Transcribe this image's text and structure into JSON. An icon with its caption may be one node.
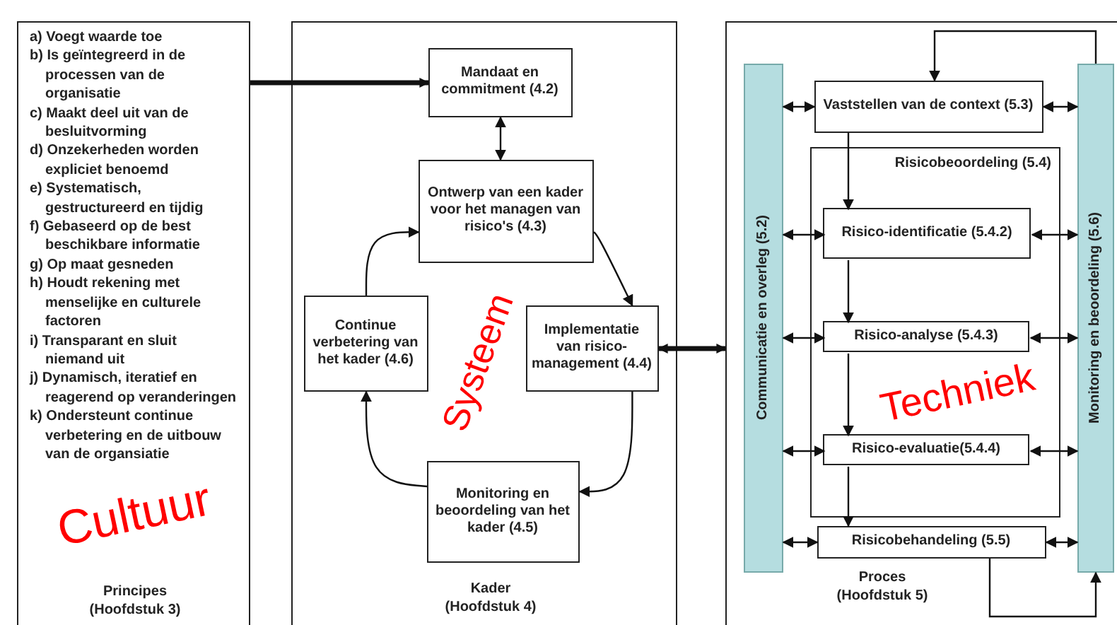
{
  "diagram": {
    "nodes": [
      {
        "text": [
          "a) Voegt waarde toe",
          "b) Is geïntegreerd in de processen van de organisatie",
          "c) Maakt deel uit van de besluitvorming",
          "d) Onzekerheden worden expliciet benoemd",
          "e) Systematisch, gestructureerd en tijdig",
          "f) Gebaseerd op de best beschikbare informatie",
          "g) Op maat gesneden",
          "h) Houdt rekening met menselijke en culturele factoren",
          "i) Transparant en sluit niemand uit",
          "j) Dynamisch, iteratief en reagerend op veranderingen",
          "k) Ondersteunt continue verbetering en de uitbouw van de organsiatie",
          "Principes (Hoofdstuk 3)"
        ]
      },
      {
        "text": [
          "Kader (Hoofdstuk 4)"
        ]
      },
      {
        "text": [
          "Mandaat en commitment (4.2)"
        ],
        "in": 1
      },
      {
        "text": [
          "Ontwerp van een kader voor het managen van risico's (4.3)"
        ],
        "in": 1
      },
      {
        "text": [
          "Implementatie van risico-management (4.4)"
        ],
        "in": 1
      },
      {
        "text": [
          "Monitoring en beoordeling van het kader (4.5)"
        ],
        "in": 1
      },
      {
        "text": [
          "Continue verbetering van het kader (4.6)"
        ],
        "in": 1
      },
      {
        "text": [
          "Proces (Hoofdstuk 5)"
        ]
      },
      {
        "text": [
          "Communicatie en overleg (5.2)"
        ],
        "in": 7
      },
      {
        "text": [
          "Monitoring en beoordeling (5.6)"
        ],
        "in": 7
      },
      {
        "text": [
          "Vaststellen van de context (5.3)"
        ],
        "in": 7
      },
      {
        "text": [
          "Risicobeoordeling (5.4)"
        ],
        "in": 7
      },
      {
        "text": [
          "Risico-identificatie (5.4.2)"
        ],
        "in": 11
      },
      {
        "text": [
          "Risico-analyse (5.4.3)"
        ],
        "in": 11
      },
      {
        "text": [
          "Risico-evaluatie(5.4.4)"
        ],
        "in": 11
      },
      {
        "text": [
          "Risicobehandeling (5.5)"
        ],
        "in": 7
      }
    ],
    "edges": [
      {
        "from": 0,
        "to": 2,
        "arrow": "to",
        "style": "thick"
      },
      {
        "from": 2,
        "to": 3,
        "arrow": "both"
      },
      {
        "from": 3,
        "to": 4,
        "arrow": "to"
      },
      {
        "from": 4,
        "to": 5,
        "arrow": "to"
      },
      {
        "from": 5,
        "to": 6,
        "arrow": "to"
      },
      {
        "from": 6,
        "to": 3,
        "arrow": "to"
      },
      {
        "from": 4,
        "to": 7,
        "arrow": "both",
        "style": "thick"
      },
      {
        "from": 9,
        "to": 10,
        "arrow": "to"
      },
      {
        "from": 10,
        "to": 12,
        "arrow": "to"
      },
      {
        "from": 12,
        "to": 13,
        "arrow": "to"
      },
      {
        "from": 13,
        "to": 14,
        "arrow": "to"
      },
      {
        "from": 14,
        "to": 15,
        "arrow": "to"
      },
      {
        "from": 15,
        "to": 9,
        "arrow": "to"
      },
      {
        "from": 8,
        "to": 10,
        "arrow": "both"
      },
      {
        "from": 8,
        "to": 12,
        "arrow": "both"
      },
      {
        "from": 8,
        "to": 13,
        "arrow": "both"
      },
      {
        "from": 8,
        "to": 14,
        "arrow": "both"
      },
      {
        "from": 8,
        "to": 15,
        "arrow": "both"
      },
      {
        "from": 10,
        "to": 9,
        "arrow": "both"
      },
      {
        "from": 12,
        "to": 9,
        "arrow": "both"
      },
      {
        "from": 13,
        "to": 9,
        "arrow": "both"
      },
      {
        "from": 14,
        "to": 9,
        "arrow": "both"
      },
      {
        "from": 15,
        "to": 9,
        "arrow": "both"
      }
    ],
    "labels": [
      "Cultuur",
      "Systeem",
      "Techniek"
    ]
  }
}
